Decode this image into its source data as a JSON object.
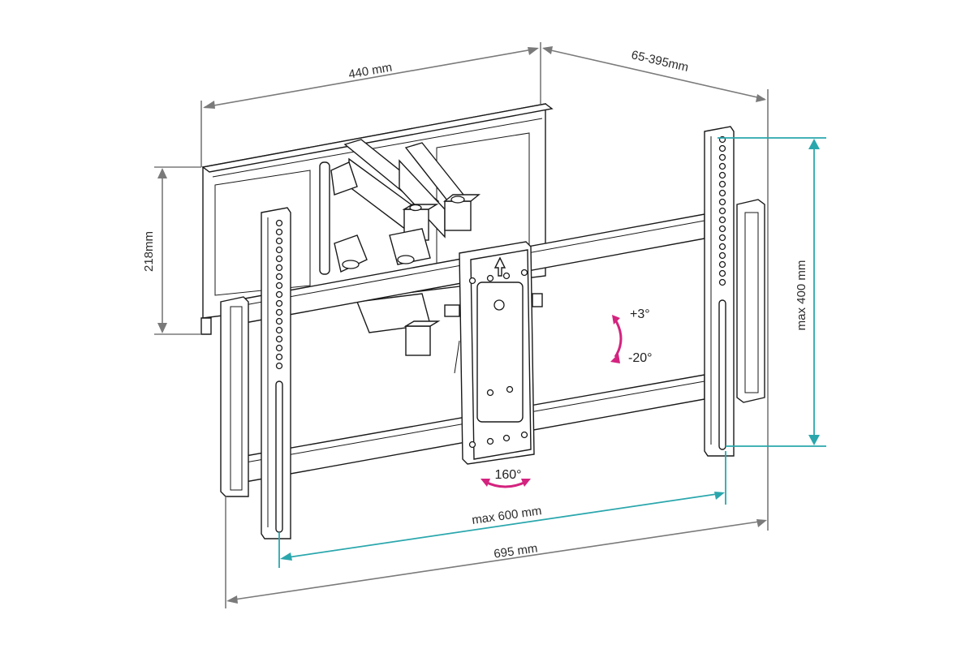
{
  "dimensions": {
    "plate_width": "440 mm",
    "arm_extension": "65-395mm",
    "plate_height": "218mm",
    "max_vertical": "max 400 mm",
    "max_horizontal": "max 600 mm",
    "total_width": "695 mm"
  },
  "adjustments": {
    "tilt_up": "+3°",
    "tilt_down": "-20°",
    "swivel": "160°"
  },
  "colors": {
    "dimension_grey": "#7a7a7a",
    "vesa_teal": "#2aa7ad",
    "motion_magenta": "#d4237f",
    "outline": "#1a1a1a"
  }
}
